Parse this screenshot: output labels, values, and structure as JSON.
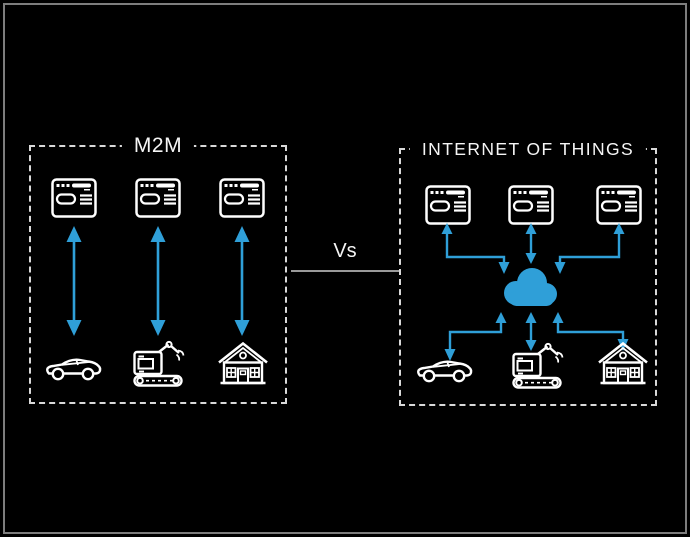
{
  "colors": {
    "background": "#000000",
    "frame_border": "#7d7d7d",
    "panel_dash": "#d9d9d9",
    "accent_blue": "#2f9fd8",
    "icon_stroke": "#ffffff",
    "divider_line": "#9a9a9a",
    "title_text": "#f5f5f5"
  },
  "diagram": {
    "left": {
      "title": "M2M",
      "top_icons": [
        "app-window",
        "app-window",
        "app-window"
      ],
      "link_icons": [
        "double-headed-arrow",
        "double-headed-arrow",
        "double-headed-arrow"
      ],
      "bottom_icons": [
        "car",
        "industrial-robot-conveyor",
        "house"
      ]
    },
    "divider": {
      "label": "Vs"
    },
    "right": {
      "title": "INTERNET OF THINGS",
      "top_icons": [
        "app-window",
        "app-window",
        "app-window"
      ],
      "hub_icon": "cloud",
      "link_icons": [
        "elbow-double-arrow",
        "double-headed-arrow",
        "elbow-double-arrow",
        "elbow-double-arrow",
        "double-headed-arrow",
        "elbow-double-arrow"
      ],
      "bottom_icons": [
        "car",
        "industrial-robot-conveyor",
        "house"
      ]
    }
  }
}
